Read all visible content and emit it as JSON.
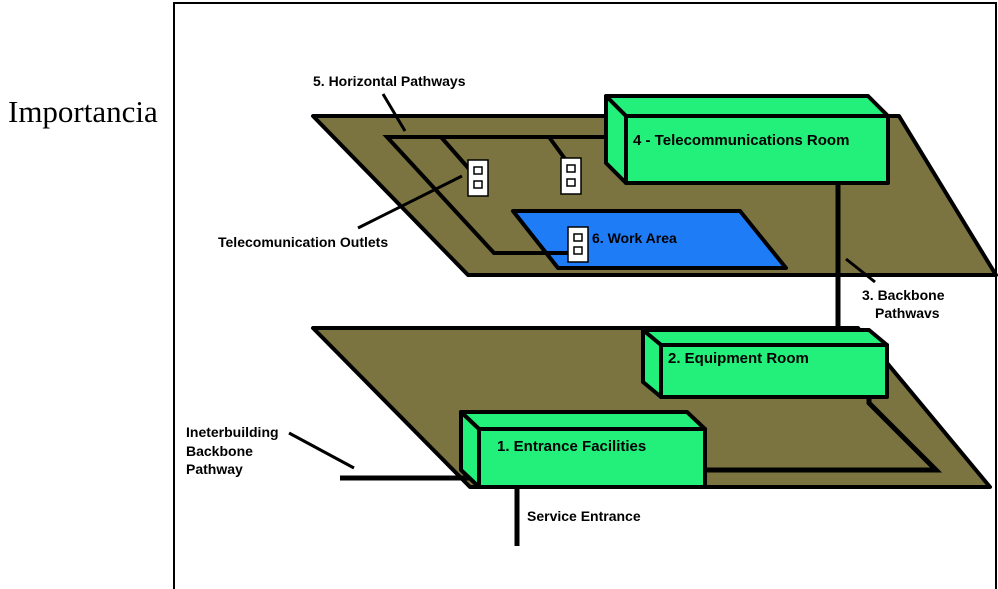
{
  "side_title": "Importancia",
  "colors": {
    "floor": "#7b7441",
    "room": "#22f07a",
    "work_area": "#1f7cf7",
    "line": "#000000",
    "outlet": "#ffffff"
  },
  "labels": {
    "horizontal_pathways": "5. Horizontal Pathways",
    "telecom_room": "4 - Telecommunications Room",
    "telecom_outlets": "Telecomunication Outlets",
    "work_area": "6. Work Area",
    "backbone_pathways_line1": "3. Backbone",
    "backbone_pathways_line2": "Pathwavs",
    "equipment_room": "2. Equipment Room",
    "interbuilding_line1": "Ineterbuilding",
    "interbuilding_line2": "Backbone",
    "interbuilding_line3": "Pathway",
    "entrance_facilities": "1. Entrance Facilities",
    "service_entrance": "Service Entrance"
  }
}
